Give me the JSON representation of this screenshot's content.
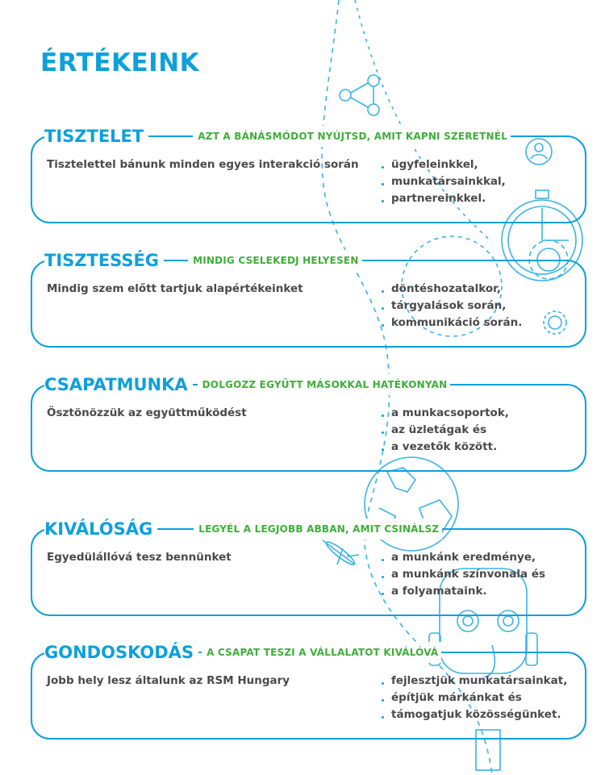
{
  "page_title": "ÉRTÉKEINK",
  "values": [
    {
      "name": "TISZTELET",
      "slogan": "AZT A BÁNÁSMÓDOT NYÚJTSD, AMIT KAPNI SZERETNÉL",
      "description": "Tisztelettel bánunk minden egyes interakció során",
      "items": [
        "ügyfeleinkkel,",
        "munkatársainkkal,",
        "partnereinkkel."
      ]
    },
    {
      "name": "TISZTESSÉG",
      "slogan": "MINDIG CSELEKEDJ HELYESEN",
      "description": "Mindig szem előtt tartjuk alapértékeinket",
      "items": [
        "döntéshozatalkor,",
        "tárgyalások során,",
        "kommunikáció során."
      ]
    },
    {
      "name": "CSAPATMUNKA",
      "slogan": "DOLGOZZ EGYÜTT MÁSOKKAL HATÉKONYAN",
      "description": "Ösztönözzük az együttműködést",
      "items": [
        "a munkacsoportok,",
        "az üzletágak és",
        "a vezetők között."
      ]
    },
    {
      "name": "KIVÁLÓSÁG",
      "slogan": "LEGYÉL A LEGJOBB ABBAN, AMIT CSINÁLSZ",
      "description": "Egyedülállóvá tesz bennünket",
      "items": [
        "a munkánk eredménye,",
        "a munkánk színvonala és",
        "a folyamataink."
      ]
    },
    {
      "name": "GONDOSKODÁS",
      "slogan": "A CSAPAT TESZI A VÁLLALATOT KIVÁLÓVÁ",
      "description": "Jobb hely lesz általunk az RSM Hungary",
      "items": [
        "fejlesztjük munkatársainkat,",
        "építjük márkánkat és",
        "támogatjuk közösségünket."
      ]
    }
  ],
  "colors": {
    "primary": "#0da0dc",
    "accent": "#3fae3a",
    "text": "#4a4a4a"
  }
}
